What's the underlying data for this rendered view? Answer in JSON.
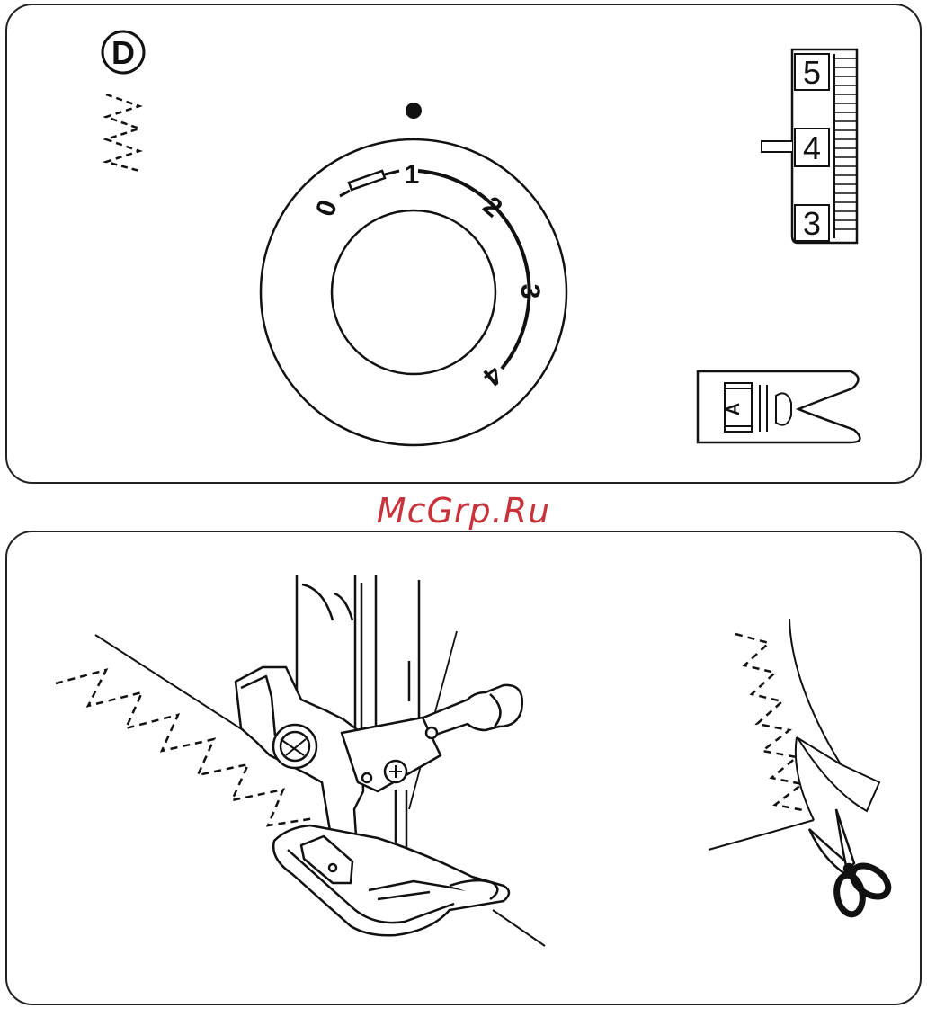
{
  "top_panel": {
    "badge": "D",
    "dial": {
      "labels": [
        "0",
        "1",
        "2",
        "3",
        "4"
      ]
    },
    "stitch_length_scale": {
      "labels": [
        "5",
        "4",
        "3"
      ],
      "selected": "4"
    },
    "presser_foot": {
      "letter": "A"
    }
  },
  "watermark": "McGrp.Ru"
}
